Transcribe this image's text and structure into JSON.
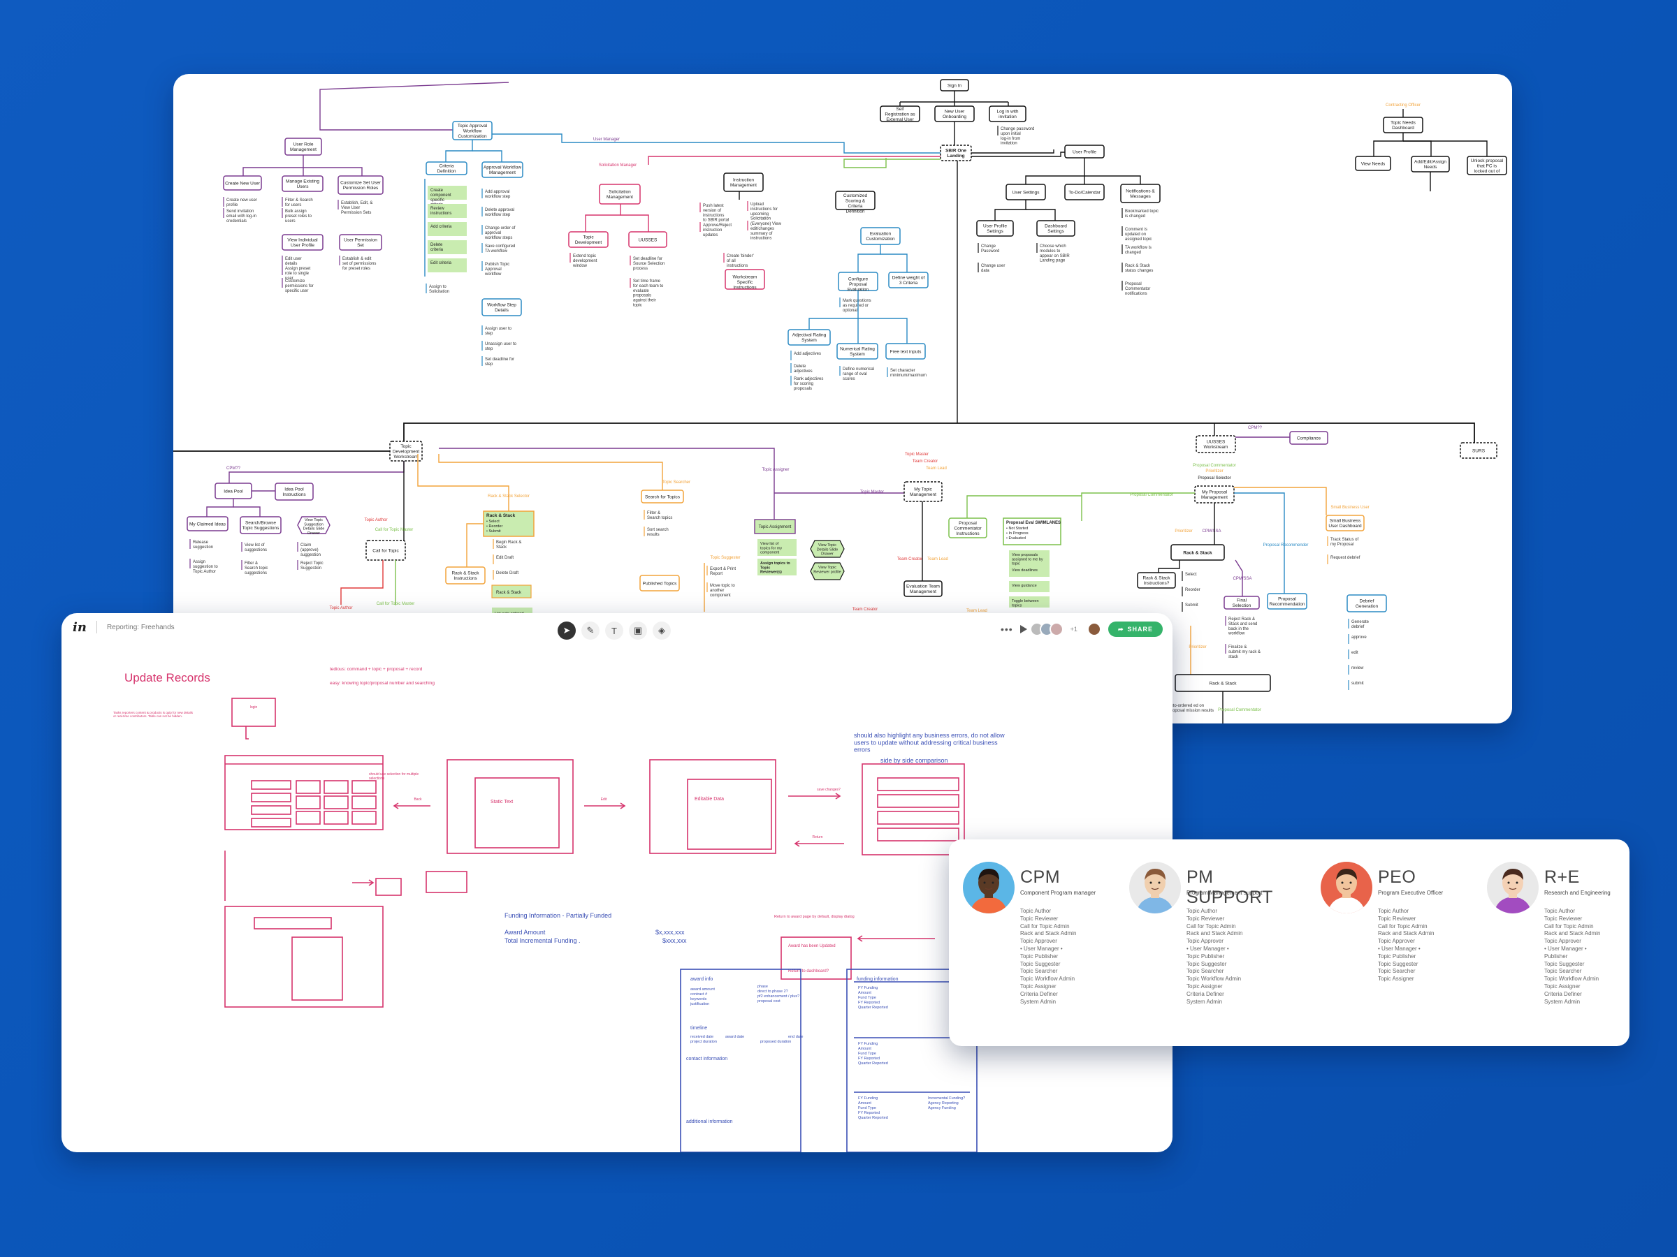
{
  "sitemap": {
    "top": {
      "sign_in": "Sign In",
      "self_reg": "Self Registration as External User",
      "new_user": "New User Onboarding",
      "login_inv": "Log in with invitation",
      "change_pw": "Change password upon initial log-in from invitation",
      "landing": "SBIR One Landing",
      "user_manager": "User Manager",
      "sol_manager": "Solicitation Manager",
      "contracting": "Contracting Officer"
    },
    "role_mgmt": {
      "title": "User Role Management",
      "children": [
        "Create New User",
        "Manage Existing Users",
        "Customize Set User Permission Roles"
      ],
      "notes": [
        "Create new user profile",
        "Send invitation email with log-in credentials",
        "Filter & Search for users",
        "Bulk assign preset roles to users",
        "View Individual User Profile",
        "Edit user details",
        "Assign preset role to single user",
        "Customize permissions for specific user",
        "Establish, Edit, & View User Permission Sets",
        "User Permission Set",
        "Establish & edit set of permissions for preset roles"
      ]
    },
    "workflow": {
      "title": "Topic Approval Workflow Customization",
      "criteria": "Criteria Definition",
      "approval": "Approval Workflow Management",
      "green": [
        "Create component specific criteria",
        "Review instructions",
        "Add criteria",
        "Delete criteria",
        "Edit criteria"
      ],
      "assign": "Assign to Solicitation",
      "steps": [
        "Add approval workflow step",
        "Delete approval workflow step",
        "Change order of approval workflow steps",
        "Save configured TA workflow",
        "Publish Topic Approval workflow"
      ],
      "details": "Workflow Step Details",
      "details_notes": [
        "Assign user to step",
        "Unassign user to step",
        "Set deadline for step"
      ]
    },
    "solicitation": {
      "title": "Solicitation Management",
      "topic_dev": "Topic Development",
      "uusses": "UUSSES",
      "topic_dev_note": "Extend topic development window",
      "uusses_notes": [
        "Set deadline for Source Selection process",
        "Set time frame for each team to evaluate proposals against their topic"
      ]
    },
    "instruction": {
      "title": "Instruction Management",
      "notes": [
        "Push latest version of instructions to SBIR portal",
        "Approve/Reject instruction updates",
        "Upload instructions for upcoming Solicitation",
        "(Everyone) View edit/changes summary of instructions",
        "Create 'binder' of all instructions"
      ],
      "workstream": "Workstream Specific Instructions"
    },
    "evaluation": {
      "custom_scoring": "Customized Scoring & Criteria Definition",
      "title": "Evaluation Customization",
      "configure": "Configure Proposal Evaluation",
      "weight": "Define weight of 3 Criteria",
      "mark": "Mark questions as required or optional",
      "adjectival": "Adjectival Rating System",
      "numerical": "Numerical Rating System",
      "free_text": "Free text inputs",
      "adj_notes": [
        "Add adjectives",
        "Delete adjectives",
        "Rank adjectives for scoring proposals"
      ],
      "num_note": "Define numerical range of eval scores",
      "free_note": "Set character minimum/maximum"
    },
    "profile": {
      "title": "User Profile",
      "children": [
        "User Settings",
        "To-Do/Calendar",
        "Notifications & Messages"
      ],
      "settings_children": [
        "User Profile Settings",
        "Dashboard Settings"
      ],
      "notes": [
        "Change Password",
        "Change user data",
        "Choose which modules to appear on SBIR Landing page",
        "Bookmarked topic is changed",
        "Comment is updated on assigned topic",
        "TA workflow is changed",
        "Rack & Stack status changes",
        "Proposal Commentator notifications"
      ]
    },
    "contracting_flow": {
      "dashboard": "Topic Needs Dashboard",
      "children": [
        "View Needs",
        "Add/Edit/Assign Needs",
        "Unlock proposal that PC is locked out of"
      ]
    },
    "mid": {
      "topic_workstream": "Topic Development Workstream",
      "uusses_workstream": "UUSSES Workstream",
      "compliance": "Compliance",
      "surs": "SURS",
      "cpm": "CPM??",
      "cpm2": "CPM??",
      "idea_pool": "Idea Pool",
      "idea_instr": "Idea Pool Instructions",
      "claimed": "My Claimed Ideas",
      "search_browse": "Search/Browse Topic Suggestions",
      "view_suggestion": "View Topic Suggestion Details Slide Drawer",
      "left_notes": [
        "Release suggestion",
        "Assign suggestion to Topic Author",
        "View list of suggestions",
        "Filter & Search topic suggestions",
        "Claim (approve) suggestion",
        "Reject Topic Suggestion"
      ],
      "call_topic": "Call for Topic",
      "call_master": "Call for Topic Master",
      "topic_author": "Topic Author",
      "topic_author2": "Topic Author",
      "rack_selector": "Rack & Stack Selector",
      "rack_stack_box": "Rack & Stack",
      "rack_items": [
        "• Select",
        "• Reorder",
        "• Submit"
      ],
      "rack_instr": "Rack & Stack Instructions",
      "drafts": [
        "Begin Rack & Stack",
        "Edit Draft",
        "Delete Draft"
      ],
      "rack_stack2": "Rack & Stack",
      "list_auto": "List auto-ordered",
      "topic_searcher": "Topic Searcher",
      "search_topics": "Search for Topics",
      "search_notes": [
        "Filter & Search topics",
        "Sort search results"
      ],
      "topic_assigner": "Topic Assigner",
      "topic_assignment": "Topic Assignment",
      "assign_green": [
        "View list of topics for my component",
        "Assign topics to Topic Reviewer(s)"
      ],
      "view_topic_detail": "View Topic Details Slide Drawer",
      "view_reviewer": "View Topic Reviewer profile",
      "topic_suggester": "Topic Suggester",
      "export": [
        "Export & Print Report",
        "Move topic to another component"
      ],
      "published": "Published Topics",
      "topic_master": "Topic Master",
      "topic_master2": "Topic Master",
      "my_topic_mgmt": "My Topic Management",
      "team_creator": "Team Creator",
      "team_lead": "Team Lead",
      "team_creator2": "Team Creator",
      "team_lead2": "Team Lead",
      "team_creator3": "Team Creator",
      "team_lead3": "Team Lead",
      "eval_team": "Evaluation Team Management",
      "proposal_commentator": "Proposal Commentator",
      "prioritizer": "Prioritizer",
      "proposal_selector": "Proposal Selector",
      "my_proposal_mgmt": "My Proposal Management",
      "prop_comm_instr": "Proposal Commentator Instructions",
      "prop_eval_swim": "Proposal Eval SWIMLANES",
      "swim_items": [
        "• Not Started",
        "• In Progress",
        "• Evaluated"
      ],
      "eval_green": [
        "View proposals assigned to me by topic",
        "View deadlines",
        "View guidance",
        "Toggle between topics"
      ],
      "proposal_comm2": "Proposal Commentator",
      "prioritizer2": "Prioritizer",
      "cpm_ssa": "CPM/SSA",
      "cpm_ssa2": "CPM/SSA",
      "rack_stack3": "Rack & Stack",
      "rack_instr2": "Rack & Stack Instructions?",
      "rack_notes": [
        "Select",
        "Reorder",
        "Submit"
      ],
      "final_selection": "Final Selection",
      "final_notes": [
        "Reject Rack & Stack and send back in the workflow",
        "Finalize & submit my rack & stack"
      ],
      "proposal_recommender": "Proposal Recommender",
      "proposal_recommendation": "Proposal Recommendation",
      "small_business": "Small Business User",
      "sbu_dashboard": "Small Business User Dashboard",
      "sbu_notes": [
        "Track Status of my Proposal",
        "Request debrief"
      ],
      "debrief": "Debrief Generation",
      "debrief_notes": [
        "Generate debrief",
        "approve",
        "edit",
        "review",
        "submit"
      ],
      "prioritizer3": "Prioritizer",
      "rack_stack_bottom": "Rack & Stack",
      "auto_ordered": "auto-ordered ed on Proposal mission results",
      "proposal_comm3": "Proposal Commentator"
    }
  },
  "freehand": {
    "logo": "in",
    "title": "Reporting: Freehands",
    "share": "SHARE",
    "plus": "+1",
    "canvas": {
      "heading": "Update Records",
      "sub_note": "Tasks reporters content & products is quip for new details or real-time contributors. Table can not be hidden.",
      "cmd_note": "tedious: command + topic + proposal + record",
      "search_note": "easy: knowing topic/proposal number and searching",
      "login": "login",
      "static": "Static Text",
      "editable": "Editable Data",
      "back": "Back",
      "edit": "Edit",
      "save": "save changes?",
      "return": "Return",
      "multi_note": "should use selection for multiple selections",
      "biz_note": "should also highlight any business errors, do not allow users to update without addressing critical business errors",
      "side_note": "side by side comparison",
      "funding_title": "Funding Information - Partially Funded",
      "award_amount": "Award Amount",
      "award_value": "$x,xxx,xxx",
      "incremental": "Total Incremental Funding .",
      "incremental_value": "$xxx,xxx",
      "return_note": "Return to award page by default, display dialog",
      "award_updated": "Award has been Updated",
      "return_dash": "Return to dashboard?",
      "award_info": "award info",
      "award_fields": [
        "award amount",
        "contract #",
        "keywords",
        "justification"
      ],
      "phase_fields": [
        "phase",
        "direct to phase 2?",
        "pf2 enhancement / plus?",
        "proposal cost"
      ],
      "timeline": "timeline",
      "timeline_fields": [
        "received date",
        "project duration",
        "award date",
        "proposed duration",
        "end date"
      ],
      "contact": "contact information",
      "additional": "additional information",
      "funding_info": "funding information",
      "fy_fields": [
        "FY Funding",
        "Amount",
        "Fund Type",
        "FY Reported",
        "Quarter Reported"
      ],
      "incremental_label": "Incremental Funding?",
      "agency_reporting": "Agency Reporting",
      "agency_funding": "Agency Funding"
    }
  },
  "personas": [
    {
      "name": "CPM",
      "role": "Component Program manager",
      "items": [
        "Topic Author",
        "Topic Reviewer",
        "Call for Topic Admin",
        "Rack and Stack Admin",
        "Topic Approver",
        "• User Manager •",
        "Topic Publisher",
        "Topic Suggester",
        "Topic Searcher",
        "Topic Workflow Admin",
        "Topic Assigner",
        "Criteria Definer",
        "System Admin"
      ],
      "skin": "#5a3a25",
      "shirt": "#f26a3d",
      "bg": "#5bb6e6",
      "hair": "#1f1410"
    },
    {
      "name": "PM SUPPORT",
      "role": "Program Management support",
      "items": [
        "Topic Author",
        "Topic Reviewer",
        "Call for Topic Admin",
        "Rack and Stack Admin",
        "Topic Approver",
        "• User Manager •",
        "Topic Publisher",
        "Topic Suggester",
        "Topic Searcher",
        "Topic Workflow Admin",
        "Topic Assigner",
        "Criteria Definer",
        "System Admin"
      ],
      "skin": "#f0cfae",
      "shirt": "#7fb7e6",
      "bg": "#e9e9e9",
      "hair": "#8a5a3a"
    },
    {
      "name": "PEO",
      "role": "Program Executive Officer",
      "items": [
        "Topic Author",
        "Topic Reviewer",
        "Call for Topic Admin",
        "Rack and Stack Admin",
        "Topic Approver",
        "• User Manager •",
        "Topic Publisher",
        "Topic Suggester",
        "Topic Searcher",
        "Topic Assigner"
      ],
      "skin": "#f2c59d",
      "shirt": "#ffffff",
      "bg": "#e8634a",
      "hair": "#3a2418"
    },
    {
      "name": "R+E",
      "role": "Research and Engineering",
      "items": [
        "Topic Author",
        "Topic Reviewer",
        "Call for Topic Admin",
        "Rack and Stack Admin",
        "Topic Approver",
        "• User Manager •",
        "Publisher",
        "Topic Suggester",
        "Topic Searcher",
        "Topic Workflow Admin",
        "Topic Assigner",
        "Criteria Definer",
        "System Admin"
      ],
      "skin": "#f4d1b5",
      "shirt": "#a24cc0",
      "bg": "#e9e9e9",
      "hair": "#4a2a1e"
    }
  ],
  "colors": {
    "purple": "#7a3a8f",
    "blue": "#2a8ac4",
    "pink": "#d6336c",
    "green": "#7cc04b",
    "green_fill": "#c9ecb0",
    "orange": "#f2a33a",
    "red": "#e03a3a",
    "black": "#111111",
    "navy": "#3a4fb5"
  }
}
